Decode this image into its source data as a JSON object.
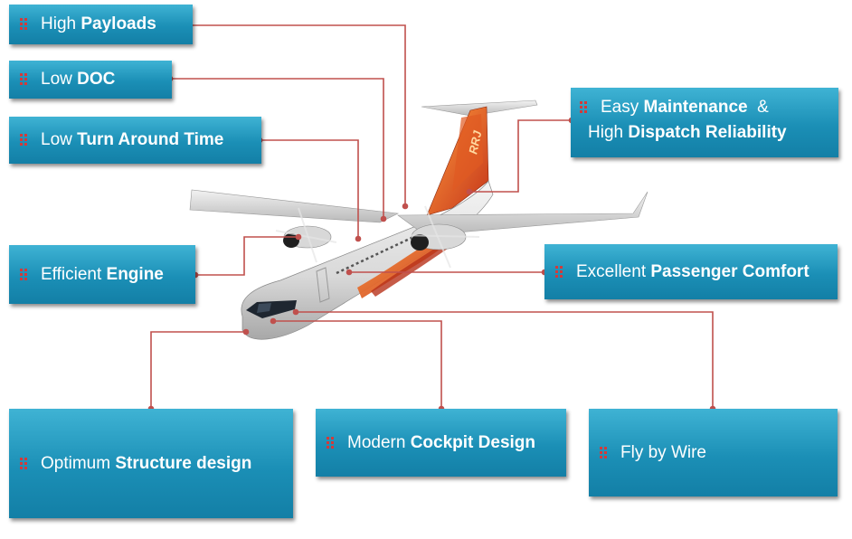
{
  "features": {
    "high_payloads": {
      "plain": "High ",
      "bold": "Payloads"
    },
    "low_doc": {
      "plain": "Low ",
      "bold": "DOC"
    },
    "low_turn_around": {
      "plain": "Low ",
      "bold": "Turn Around Time"
    },
    "easy_maintenance": {
      "plain1": "Easy ",
      "bold1": "Maintenance",
      "tail1": "  &",
      "plain2": "High ",
      "bold2": "Dispatch Reliability"
    },
    "efficient_engine": {
      "plain": "Efficient ",
      "bold": "Engine"
    },
    "passenger_comfort": {
      "plain": "Excellent ",
      "bold": "Passenger Comfort"
    },
    "structure_design": {
      "plain": "Optimum ",
      "bold": "Structure design"
    },
    "cockpit_design": {
      "plain": "Modern ",
      "bold": "Cockpit Design"
    },
    "fly_by_wire": {
      "plain": "Fly by Wire",
      "bold": ""
    }
  },
  "aircraft": {
    "tail_logo": "RRJ"
  },
  "colors": {
    "box": "#1b8fb6",
    "connector": "#c0504d",
    "bullet": "#d23a3a"
  }
}
